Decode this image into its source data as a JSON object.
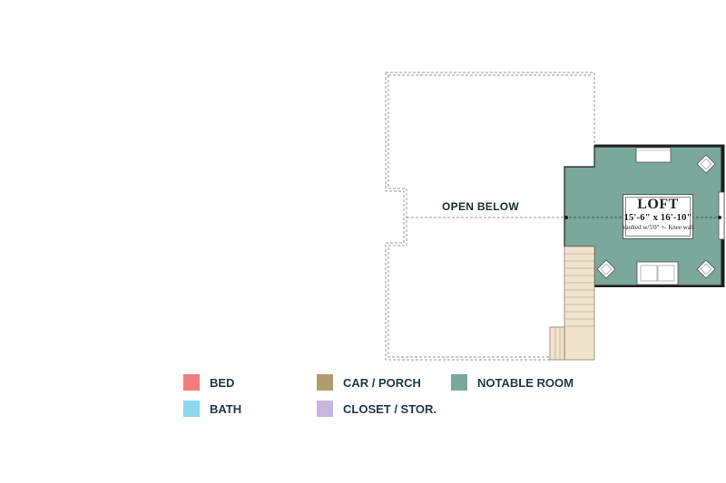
{
  "plan": {
    "open_below_label": "OPEN BELOW",
    "loft": {
      "name": "LOFT",
      "dimensions": "15'-6\" x 16'-10\"",
      "note": "Vaulted w/5'0\" +- Knee wall"
    },
    "colors": {
      "notable_room": "#7aa89a",
      "stair": "#f1e4cf",
      "wall": "#1e1e1e",
      "outline": "#9a9a9a"
    }
  },
  "legend": {
    "items": [
      {
        "label": "BED",
        "color": "#f47c7c"
      },
      {
        "label": "BATH",
        "color": "#8ad9ee"
      },
      {
        "label": "CAR / PORCH",
        "color": "#b39c6b"
      },
      {
        "label": "CLOSET / STOR.",
        "color": "#c7b6e2"
      },
      {
        "label": "NOTABLE ROOM",
        "color": "#7aa89a"
      }
    ]
  }
}
